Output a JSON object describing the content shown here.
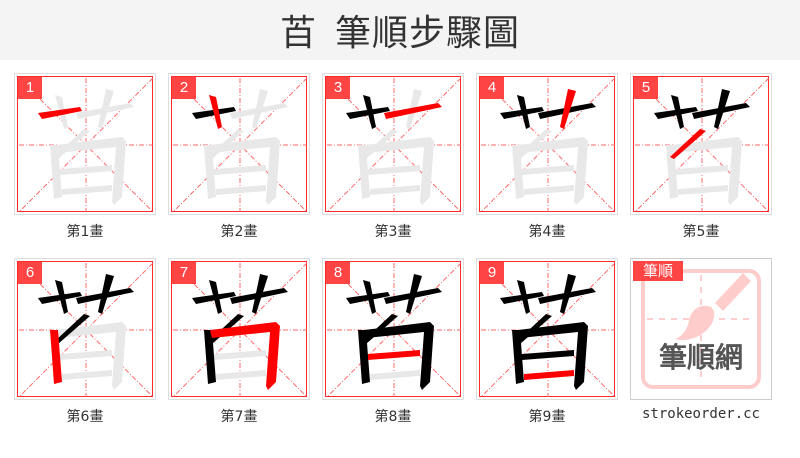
{
  "header": {
    "character": "苩",
    "title": "筆順步驟圖"
  },
  "steps": [
    {
      "num": "1",
      "label": "第1畫"
    },
    {
      "num": "2",
      "label": "第2畫"
    },
    {
      "num": "3",
      "label": "第3畫"
    },
    {
      "num": "4",
      "label": "第4畫"
    },
    {
      "num": "5",
      "label": "第5畫"
    },
    {
      "num": "6",
      "label": "第6畫"
    },
    {
      "num": "7",
      "label": "第7畫"
    },
    {
      "num": "8",
      "label": "第8畫"
    },
    {
      "num": "9",
      "label": "第9畫"
    }
  ],
  "logo": {
    "tag": "筆順",
    "text": "筆順網",
    "site": "strokeorder.cc"
  },
  "colors": {
    "accent": "#ff4444",
    "grid": "#ff2a2a",
    "ghost": "#e8e8e8",
    "done": "#000000",
    "current": "#ff0000"
  }
}
